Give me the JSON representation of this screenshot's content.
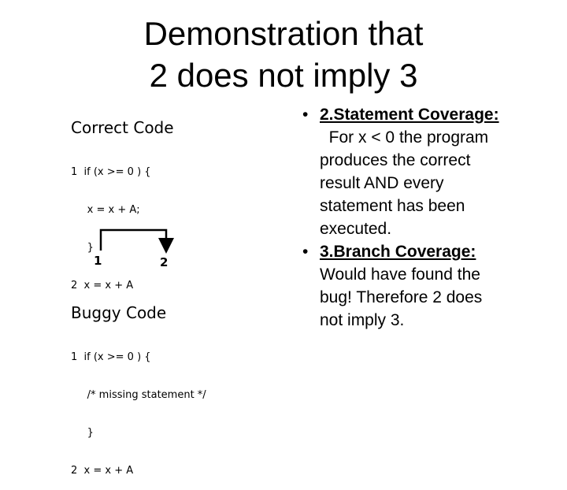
{
  "slide": {
    "title_lines": [
      "Demonstration that",
      "2 does not imply 3"
    ]
  },
  "correct": {
    "heading": "Correct Code",
    "lines": [
      "1  if (x >= 0 ) {",
      "     x = x + A;",
      "     }",
      "2  x = x + A"
    ]
  },
  "graph": {
    "node1": "1",
    "node2": "2"
  },
  "buggy": {
    "heading": "Buggy Code",
    "lines": [
      "1  if (x >= 0 ) {",
      "     /* missing statement */",
      "     }",
      "2  x = x + A"
    ]
  },
  "bullets": [
    {
      "marker": "•",
      "head": "2.Statement Coverage:",
      "body_lines": [
        "  For x < 0 the program",
        "produces the correct",
        "result AND every",
        "statement has been",
        "executed."
      ]
    },
    {
      "marker": "•",
      "head": "3.Branch Coverage:",
      "body_lines": [
        "Would have found the",
        "bug!  Therefore 2 does",
        "not imply 3."
      ]
    }
  ]
}
